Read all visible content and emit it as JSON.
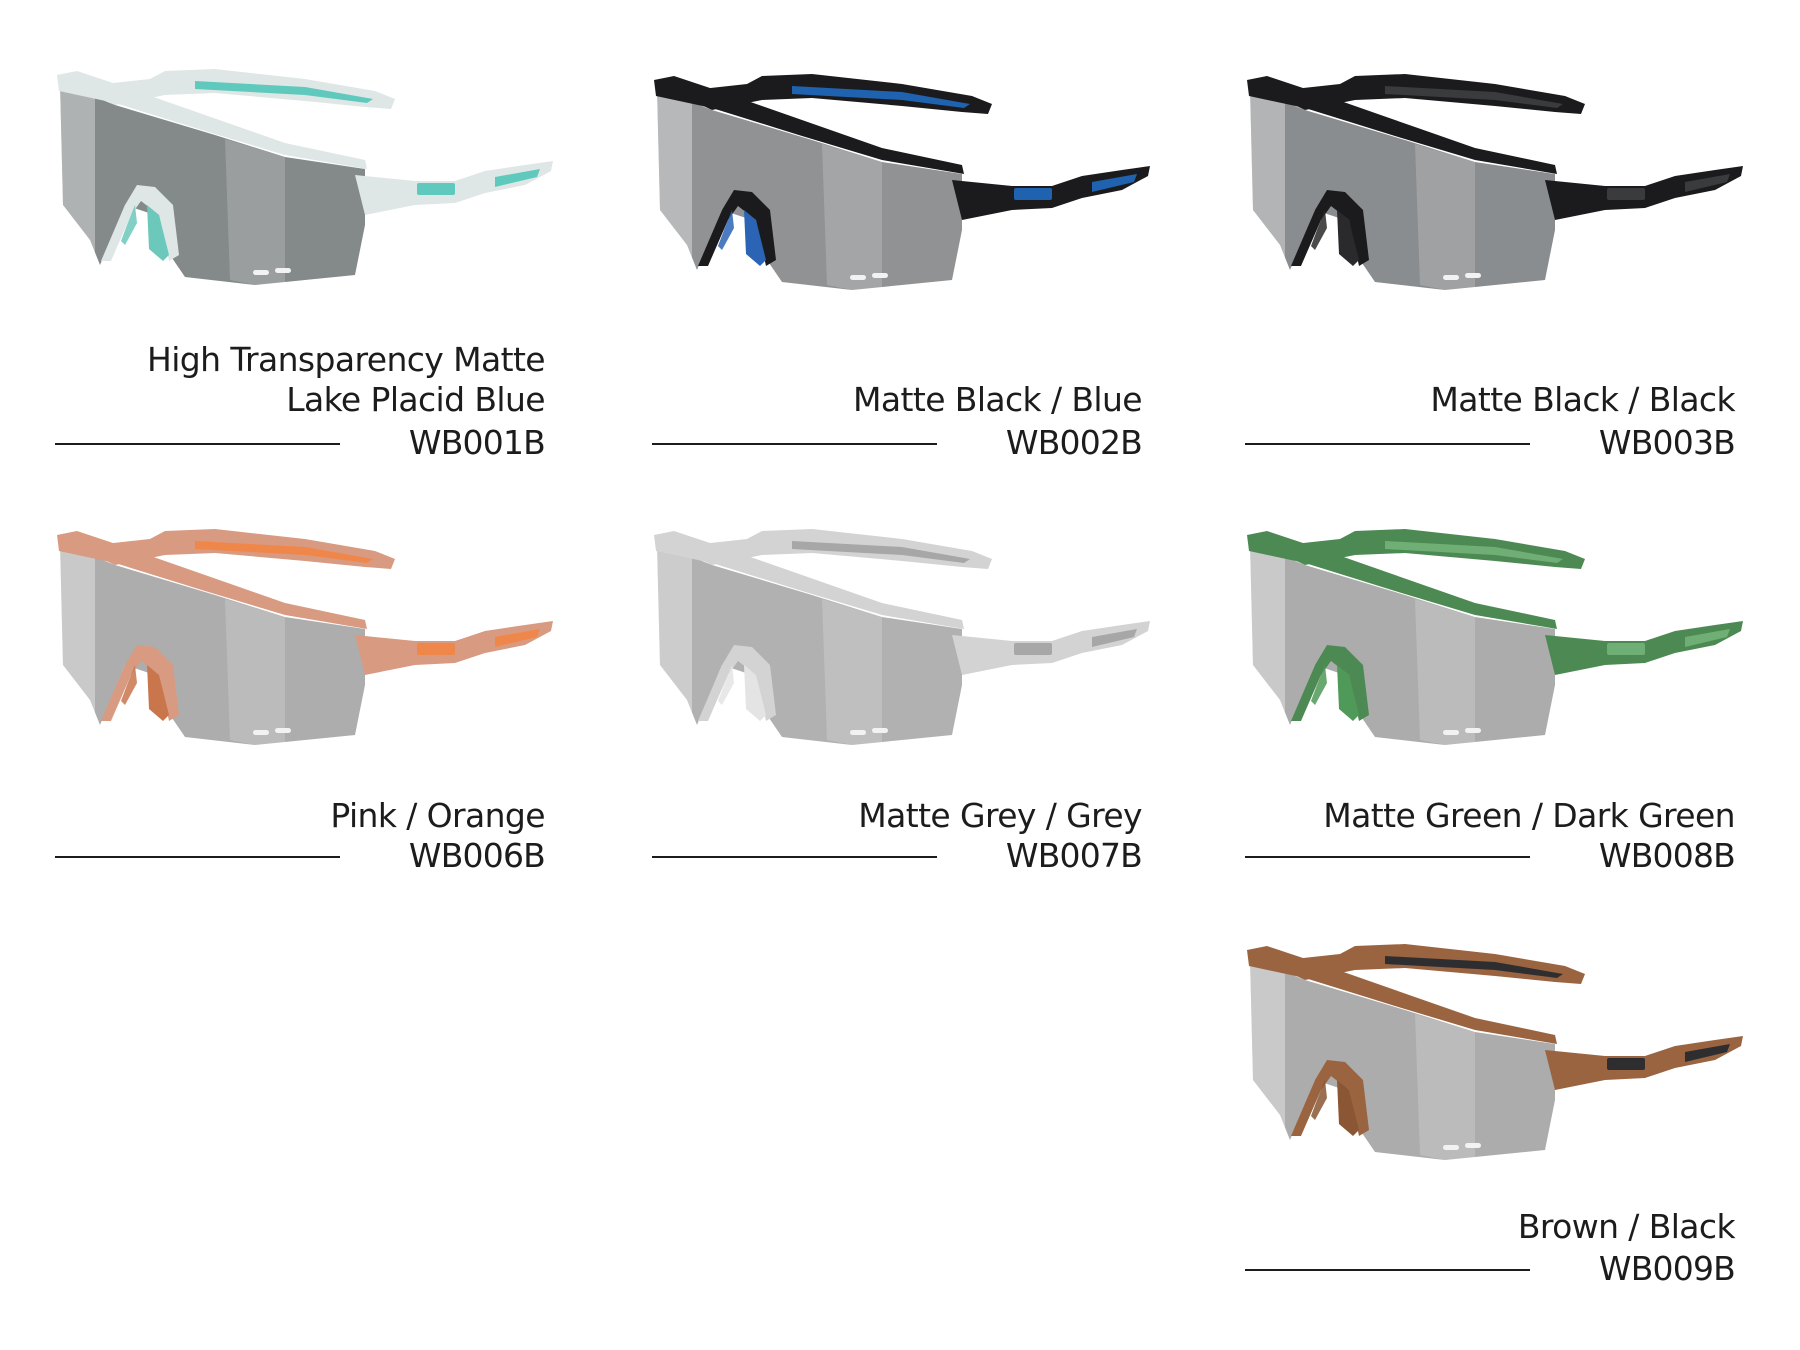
{
  "products": [
    {
      "name_line1": "High Transparency Matte",
      "name_line2": "Lake Placid Blue",
      "code": "WB001B",
      "frame": "#dfe6e6",
      "accent": "#5fc9bd",
      "lens": "#7d8384",
      "pad": "#6cc8bb"
    },
    {
      "name_line1": "",
      "name_line2": "Matte Black / Blue",
      "code": "WB002B",
      "frame": "#1b1b1d",
      "accent": "#1f62b0",
      "lens": "#8a8c8e",
      "pad": "#2b64b5"
    },
    {
      "name_line1": "",
      "name_line2": "Matte Black / Black",
      "code": "WB003B",
      "frame": "#1b1b1d",
      "accent": "#3a3b3d",
      "lens": "#848789",
      "pad": "#2a2a2c"
    },
    {
      "name_line1": "",
      "name_line2": "Pink / Orange",
      "code": "WB006B",
      "frame": "#d89a80",
      "accent": "#f0874a",
      "lens": "#a9a9a9",
      "pad": "#c9764d"
    },
    {
      "name_line1": "",
      "name_line2": "Matte Grey / Grey",
      "code": "WB007B",
      "frame": "#d3d3d3",
      "accent": "#a7a7a7",
      "lens": "#adadad",
      "pad": "#e4e4e4"
    },
    {
      "name_line1": "",
      "name_line2": "Matte Green / Dark Green",
      "code": "WB008B",
      "frame": "#4d8a53",
      "accent": "#6fae74",
      "lens": "#a8a8a8",
      "pad": "#4f9a58"
    },
    {
      "name_line1": "",
      "name_line2": "Brown / Black",
      "code": "WB009B",
      "frame": "#9a6440",
      "accent": "#2e2e30",
      "lens": "#a8a8a8",
      "pad": "#8a5634"
    }
  ]
}
